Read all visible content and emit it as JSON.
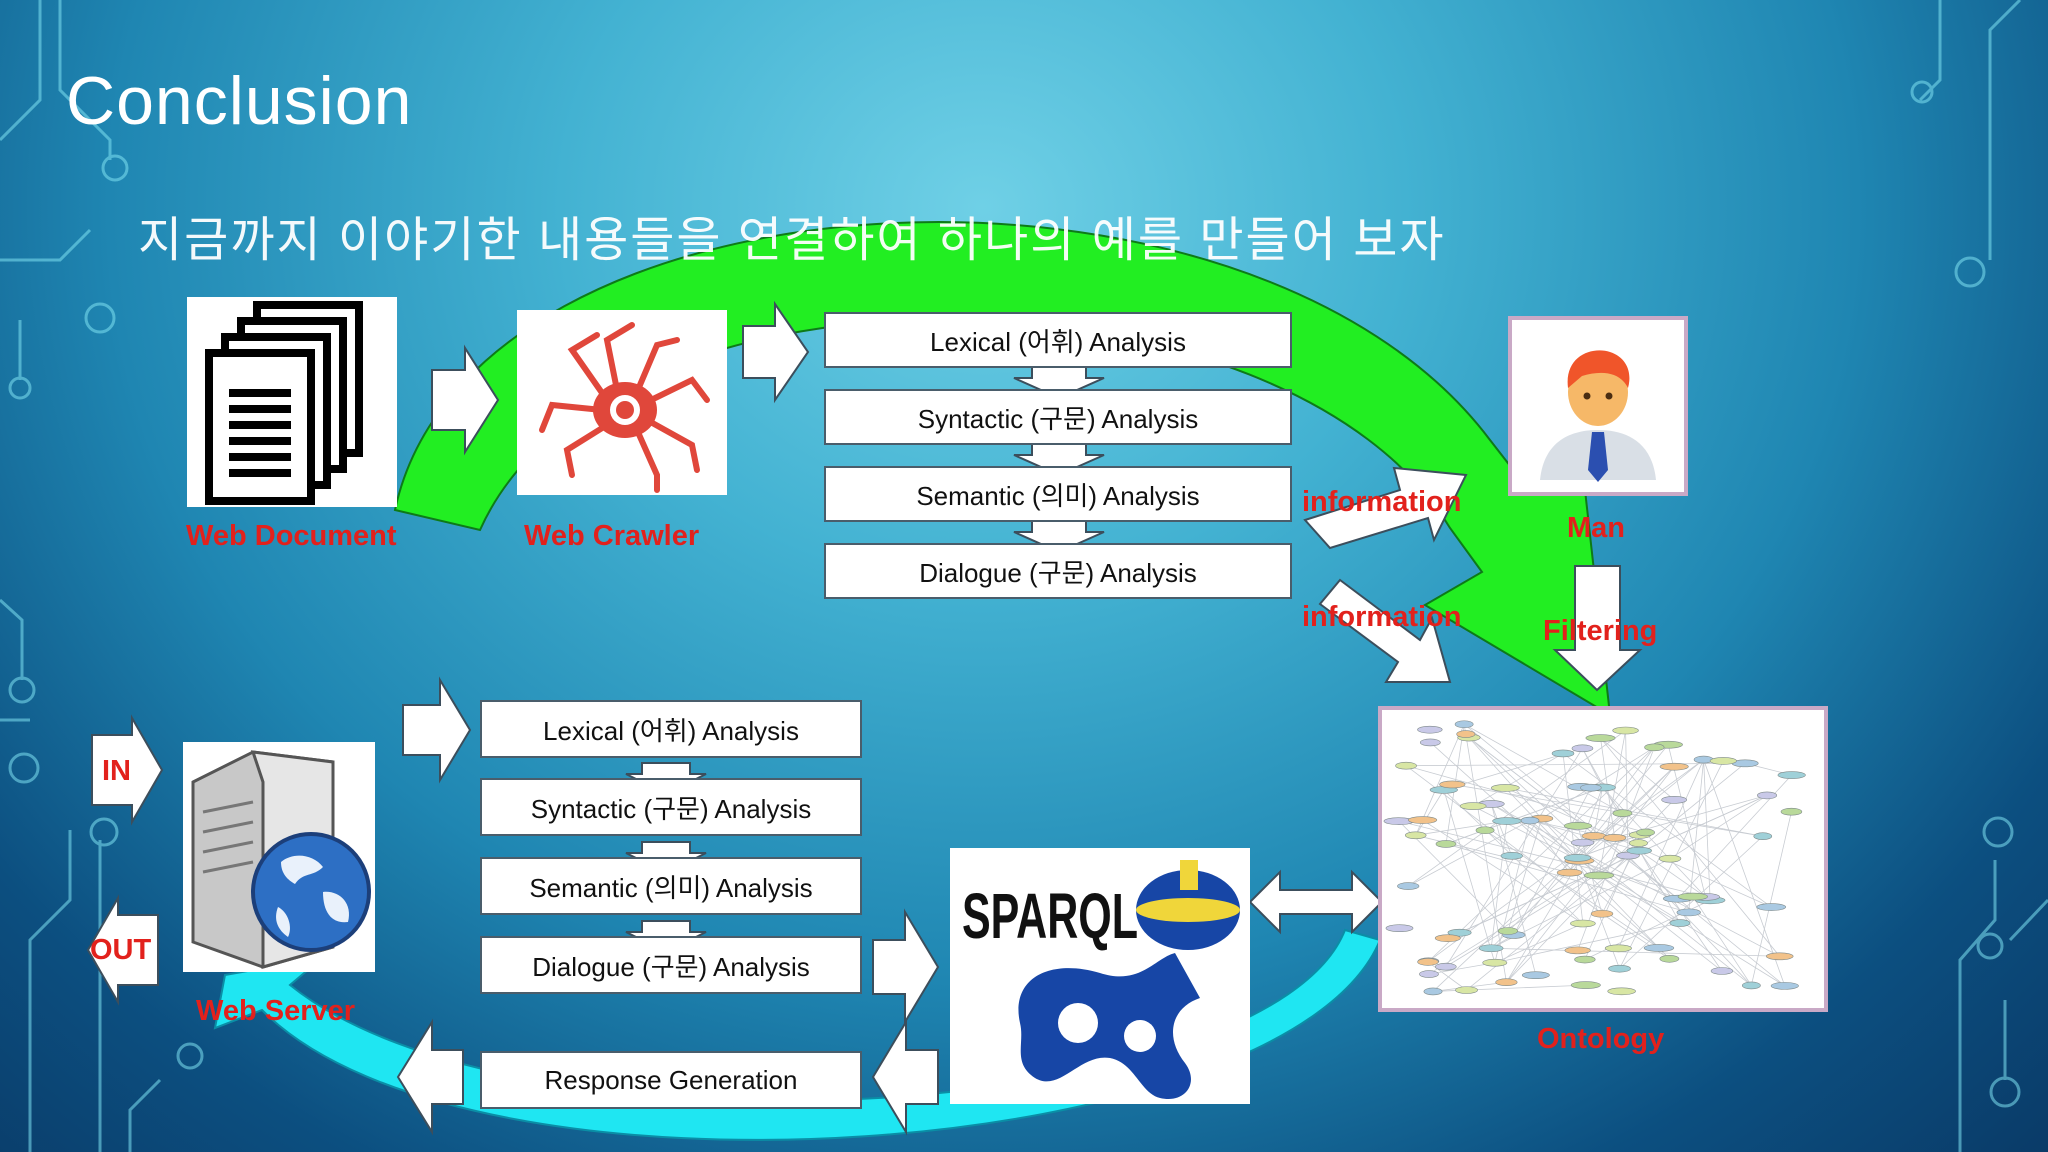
{
  "slide": {
    "title": "Conclusion",
    "subtitle": "지금까지 이야기한 내용들을 연결하여 하나의 예를 만들어 보자"
  },
  "nodes": {
    "web_document": "Web Document",
    "web_crawler": "Web Crawler",
    "man": "Man",
    "ontology": "Ontology",
    "web_server": "Web Server",
    "sparql_logo": "SPARQL"
  },
  "pipeline_top": [
    "Lexical (어휘) Analysis",
    "Syntactic (구문) Analysis",
    "Semantic (의미) Analysis",
    "Dialogue (구문) Analysis"
  ],
  "pipeline_bottom": [
    "Lexical (어휘) Analysis",
    "Syntactic (구문) Analysis",
    "Semantic (의미) Analysis",
    "Dialogue (구문) Analysis",
    "Response Generation"
  ],
  "flow_labels": {
    "information_1": "information",
    "information_2": "information",
    "filtering": "Filtering",
    "in": "IN",
    "out": "OUT"
  },
  "colors": {
    "label_red": "#e2211c",
    "green_arc": "#22ee22",
    "cyan_arc": "#1fe6f2"
  }
}
